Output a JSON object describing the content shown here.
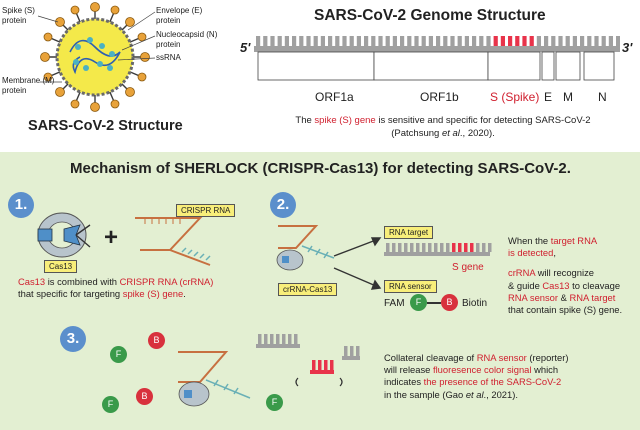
{
  "virus": {
    "title": "SARS-CoV-2 Structure",
    "labels": {
      "spike": "Spike (S)\nprotein",
      "envelope": "Envelope (E)\nprotein",
      "nucleocapsid": "Nucleocapsid (N)\nprotein",
      "ssrna": "ssRNA",
      "membrane": "Membrane (M)\nprotein"
    }
  },
  "genome": {
    "title": "SARS-CoV-2 Genome Structure",
    "end5": "5'",
    "end3": "3'",
    "genes": [
      "ORF1a",
      "ORF1b",
      "S (Spike)",
      "E",
      "M",
      "N"
    ],
    "caption": {
      "pre": "The ",
      "highlight": "spike (S) gene",
      "post": " is sensitive and specific for detecting SARS-CoV-2",
      "line2_pre": "(Patchsung ",
      "line2_italic": "et al",
      "line2_post": "., 2020)."
    },
    "colors": {
      "highlight": "#e8334a",
      "backbone": "#a0a0a0"
    }
  },
  "mechanism": {
    "title": "Mechanism of SHERLOCK (CRISPR-Cas13) for detecting SARS-CoV-2.",
    "steps": {
      "one": "1.",
      "two": "2.",
      "three": "3."
    },
    "step1": {
      "cas13_label": "Cas13",
      "crrna_label": "CRISPR RNA",
      "plus": "+",
      "text_line1_a": "Cas13",
      "text_line1_b": " is combined with ",
      "text_line1_c": "CRISPR RNA (crRNA)",
      "text_line2": "that specific for targeting ",
      "text_line2_red": "spike (S) gene",
      "text_line2_end": "."
    },
    "step2": {
      "rna_target_label": "RNA target",
      "s_gene": "S gene",
      "complex_label": "crRNA-Cas13",
      "rna_sensor_label": "RNA sensor",
      "fam": "FAM",
      "biotin": "Biotin",
      "f": "F",
      "b": "B",
      "desc": {
        "l1_pre": "When the ",
        "l1_red": "target RNA",
        "l2_red": "is detected",
        "l2_post": ",",
        "l3_red": "crRNA",
        "l3_post": " will recognize",
        "l4_pre": "& guide ",
        "l4_red": "Cas13",
        "l4_post": " to cleavage",
        "l5_red": "RNA sensor",
        "l5_mid": " & ",
        "l5_red2": "RNA target",
        "l6": "that contain spike (S) gene."
      }
    },
    "step3": {
      "f": "F",
      "b": "B",
      "desc": {
        "l1_pre": "Collateral cleavage of ",
        "l1_red": "RNA sensor",
        "l1_post": " (reporter)",
        "l2_pre": "will release ",
        "l2_red": "fluoresence color signal",
        "l2_post": " which",
        "l3_pre": "indicates ",
        "l3_red": "the presence of the SARS-CoV-2",
        "l4_pre": "in the sample (Gao ",
        "l4_italic": "et al",
        "l4_post": "., 2021)."
      }
    },
    "colors": {
      "panel": "#e3efd2",
      "step_circle": "#5b8fcc",
      "label_box": "#f8ee7a",
      "fam_green": "#3a9a4a",
      "biotin_red": "#d8313d",
      "rna_orange": "#e07a4a",
      "rna_teal": "#5fa9b0"
    }
  }
}
